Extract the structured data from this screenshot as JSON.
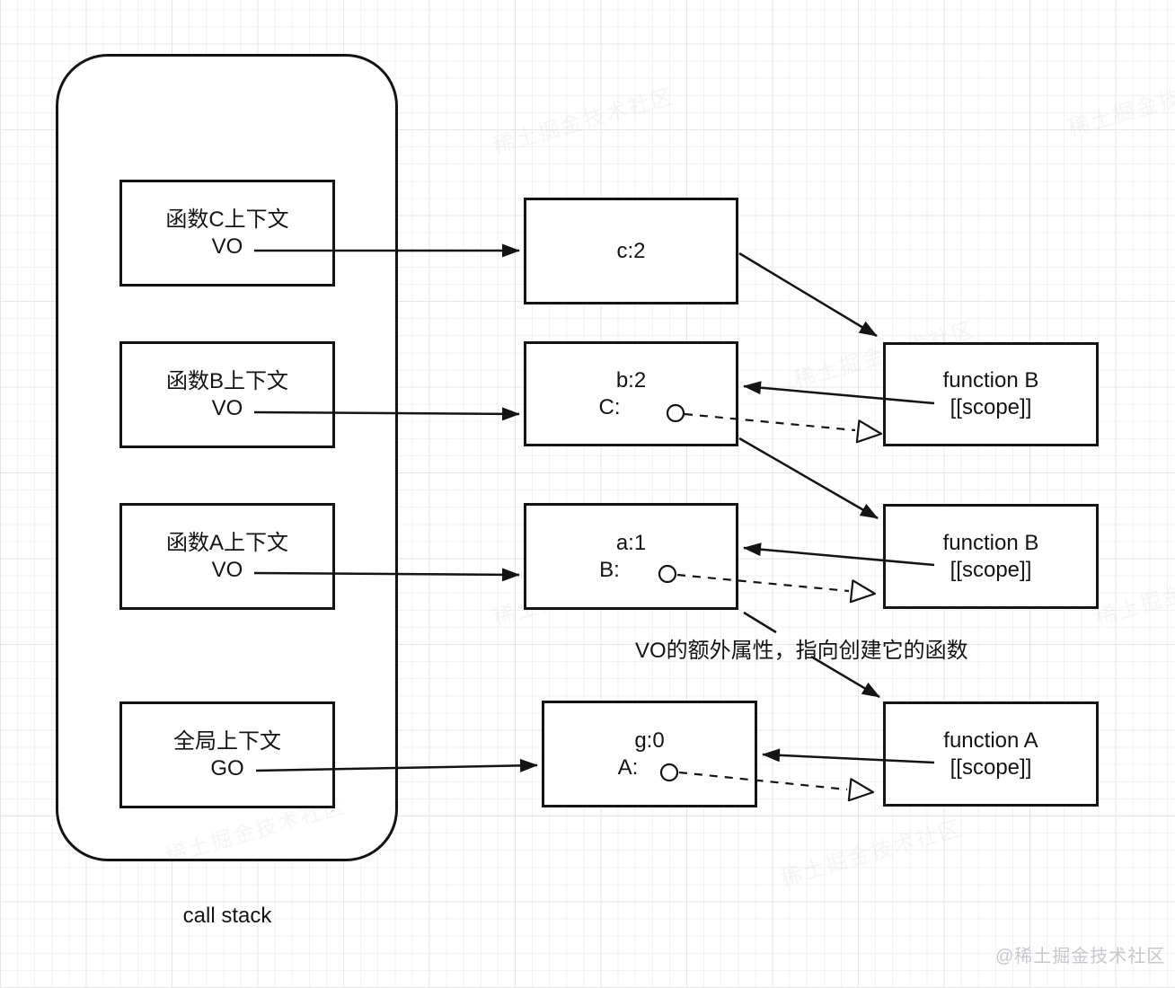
{
  "colors": {
    "stroke": "#141414",
    "grid_minor": "#f2f2f6",
    "grid_major": "#e4e4ea",
    "watermark_gray": "#c7c7cc"
  },
  "call_stack": {
    "label": "call stack",
    "frames": [
      {
        "title": "函数C上下文",
        "subtitle": "VO"
      },
      {
        "title": "函数B上下文",
        "subtitle": "VO"
      },
      {
        "title": "函数A上下文",
        "subtitle": "VO"
      },
      {
        "title": "全局上下文",
        "subtitle": "GO"
      }
    ]
  },
  "vo_boxes": [
    {
      "value": "c:2"
    },
    {
      "value": "b:2",
      "ref": "C:"
    },
    {
      "value": "a:1",
      "ref": "B:"
    },
    {
      "value": "g:0",
      "ref": "A:"
    }
  ],
  "function_boxes": [
    {
      "name": "function B",
      "scope": "[[scope]]"
    },
    {
      "name": "function B",
      "scope": "[[scope]]"
    },
    {
      "name": "function A",
      "scope": "[[scope]]"
    }
  ],
  "annotation": "VO的额外属性，指向创建它的函数",
  "watermarks": {
    "corner": "@稀土掘金技术社区",
    "tile": "稀土掘金技术社区"
  }
}
